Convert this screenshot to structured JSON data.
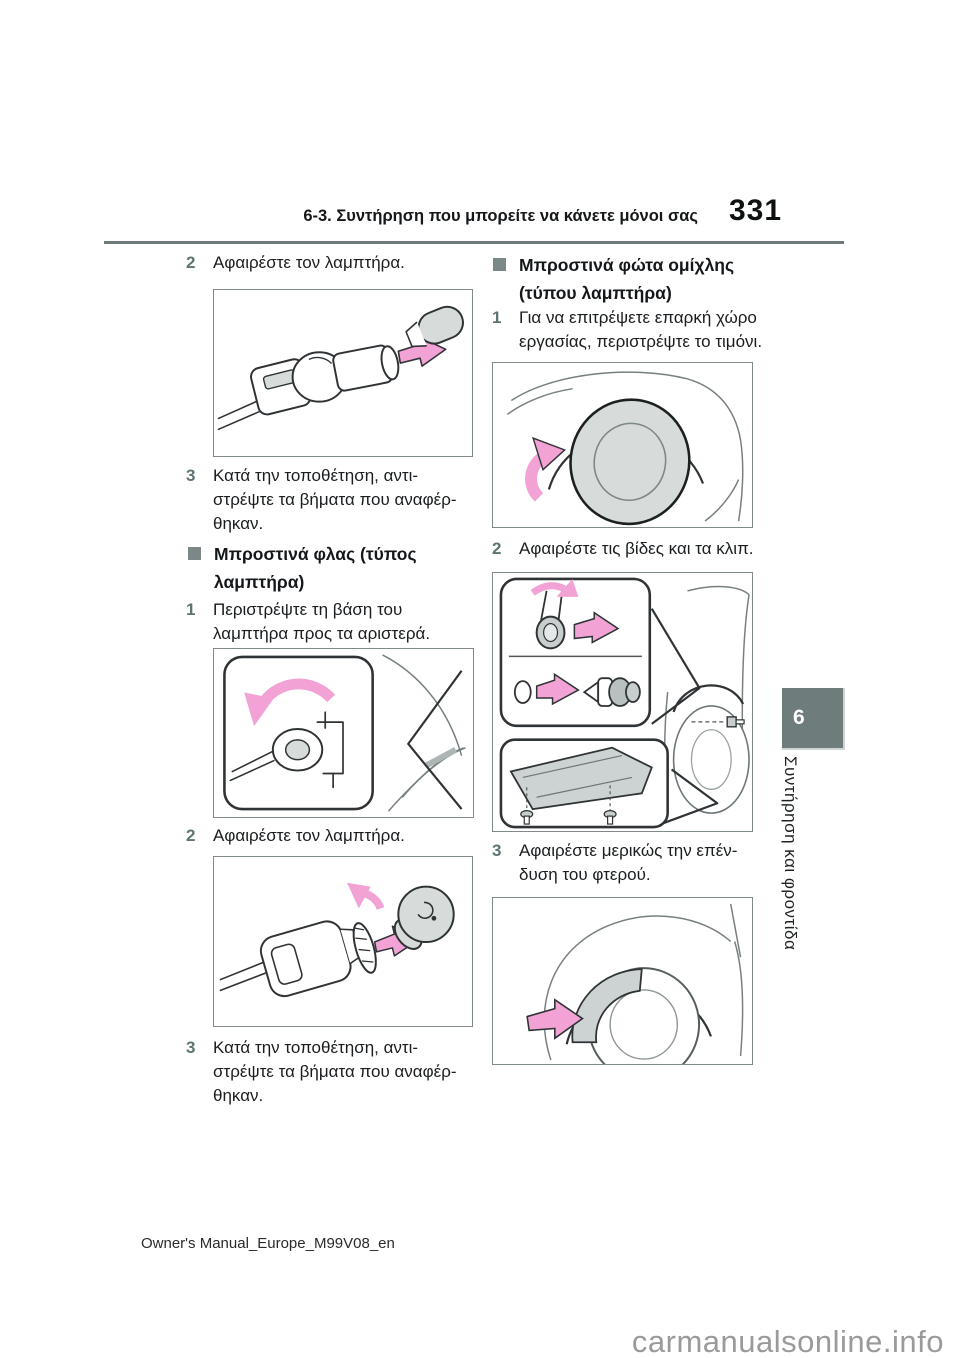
{
  "header": {
    "section_title": "6-3. Συντήρηση που μπορείτε να κάνετε μόνοι σας",
    "page_number": "331"
  },
  "chapter_tab": {
    "number": "6",
    "title": "Συντήρηση και φροντίδα"
  },
  "left_column": {
    "step_2a": {
      "num": "2",
      "text": "Αφαιρέστε τον λαμπτήρα."
    },
    "step_3a": {
      "num": "3",
      "text": "Κατά την τοποθέτηση, αντι-\nστρέψτε τα βήματα που αναφέρ-\nθηκαν."
    },
    "heading_front_turn_signals": {
      "text": "Μπροστινά φλας (τύπος\nλαμπτήρα)"
    },
    "step_1": {
      "num": "1",
      "text": "Περιστρέψτε τη βάση του\nλαμπτήρα προς τα αριστερά."
    },
    "step_2b": {
      "num": "2",
      "text": "Αφαιρέστε τον λαμπτήρα."
    },
    "step_3b": {
      "num": "3",
      "text": "Κατά την τοποθέτηση, αντι-\nστρέψτε τα βήματα που αναφέρ-\nθηκαν."
    }
  },
  "right_column": {
    "heading_front_fog_lights": {
      "text": "Μπροστινά φώτα ομίχλης\n(τύπου λαμπτήρα)"
    },
    "step_1": {
      "num": "1",
      "text": "Για να επιτρέψετε επαρκή χώρο\nεργασίας, περιστρέψτε το τιμόνι."
    },
    "step_2": {
      "num": "2",
      "text": "Αφαιρέστε τις βίδες και τα κλιπ."
    },
    "step_3": {
      "num": "3",
      "text": "Αφαιρέστε μερικώς την επέν-\nδυση του φτερού."
    }
  },
  "figures": {
    "fig_left_1": "wedge-bulb-and-socket-removal",
    "fig_left_2": "turn-signal-bulb-base-rotation",
    "fig_left_3": "bulb-twist-removal",
    "fig_right_1": "front-wheel-turned-for-access",
    "fig_right_2": "screws-and-clips-removal",
    "fig_right_3": "fender-liner-partial-removal"
  },
  "footer": {
    "document_name": "Owner's Manual_Europe_M99V08_en",
    "watermark": "carmanualsonline.info"
  },
  "colors": {
    "accent_pink": "#f2a2d5",
    "step_number": "#5d7572",
    "bullet_gray": "#7c8887",
    "rule_gray": "#6f7b7b",
    "chapter_tab_gray": "#6e7d7c",
    "illustration_fill_gray": "#d7dcdb",
    "watermark_gray": "#9a9a9a"
  }
}
